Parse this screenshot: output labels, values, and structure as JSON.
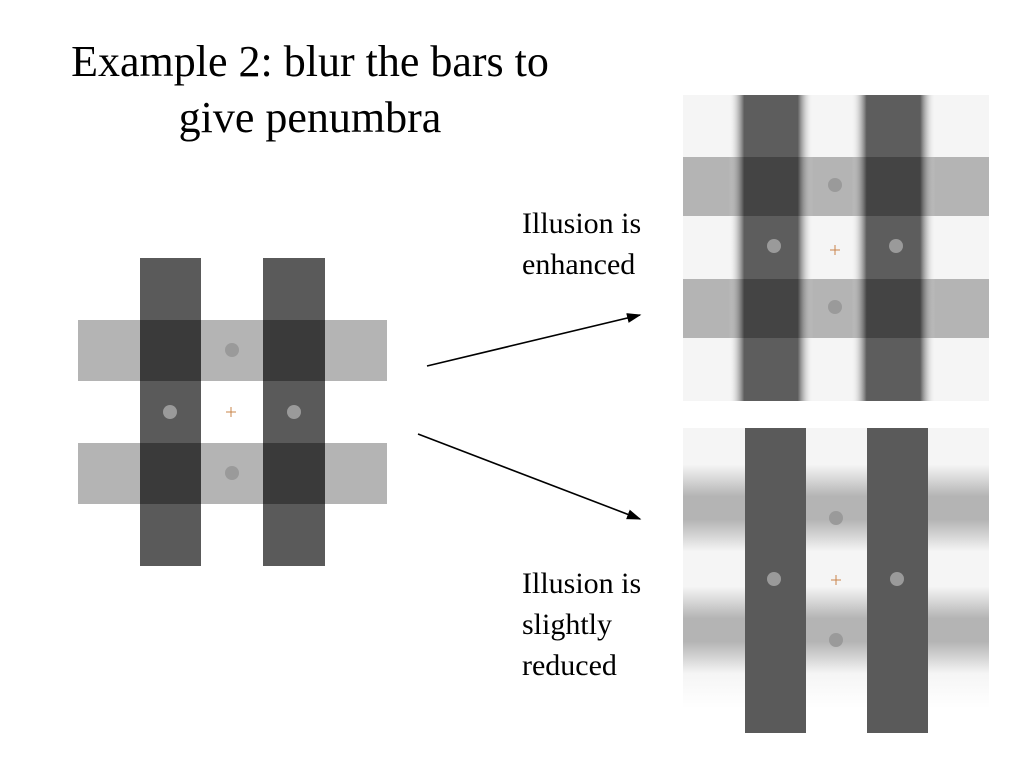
{
  "slide": {
    "title_line1": "Example 2: blur the bars to",
    "title_line2": "give penumbra"
  },
  "captions": {
    "enhanced": {
      "line1": "Illusion is",
      "line2": "enhanced"
    },
    "reduced": {
      "line1": "Illusion is",
      "line2": "slightly",
      "line3": "reduced"
    }
  },
  "colors": {
    "background": "#ffffff",
    "light_field": "#f5f5f5",
    "horizontal_bar": "#b4b4b4",
    "vertical_bar": "#5a5a5a",
    "bar_overlap": "#3a3a3a",
    "test_dot": "#9a9a9a",
    "fixation_cross": "#c9844a",
    "arrow": "#000000"
  },
  "figures": {
    "original": "sharp bars",
    "top_right": "vertical bars blurred",
    "bottom_right": "horizontal bars blurred"
  }
}
